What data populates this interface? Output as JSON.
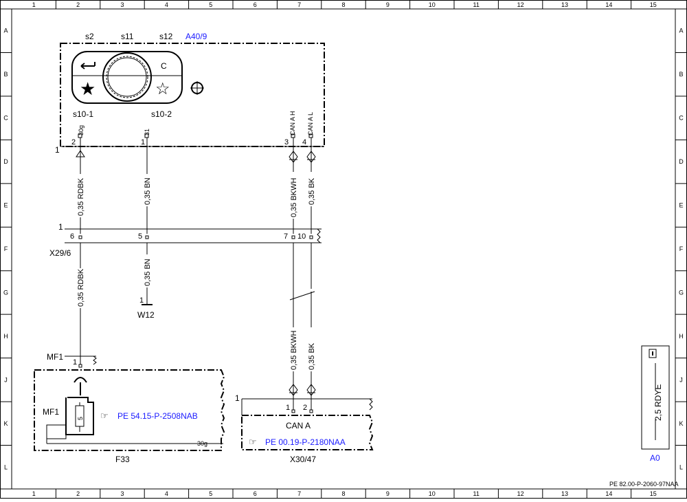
{
  "columns": [
    "1",
    "2",
    "3",
    "4",
    "5",
    "6",
    "7",
    "8",
    "9",
    "10",
    "11",
    "12",
    "13",
    "14",
    "15"
  ],
  "rows": [
    "A",
    "B",
    "C",
    "D",
    "E",
    "F",
    "G",
    "H",
    "J",
    "K",
    "L"
  ],
  "switch_unit": {
    "ref": "A40/9",
    "switch_labels": [
      "s2",
      "s11",
      "s12"
    ],
    "sub_labels": [
      "s10-1",
      "s10-2"
    ],
    "pin_functions": [
      "30g",
      "31",
      "CAN A H",
      "CAN A L"
    ],
    "pin_numbers": [
      "2",
      "1",
      "3",
      "4"
    ],
    "conn_marker": "1",
    "button_c": "C"
  },
  "x29": {
    "ref": "X29/6",
    "conn_marker": "1",
    "pin_numbers": [
      "6",
      "5",
      "7",
      "10"
    ]
  },
  "wires": {
    "w1_top": "0,35 RDBK",
    "w1_bottom": "0,35 RDBK",
    "w2_top": "0,35 BN",
    "w2_bottom": "0,35 BN",
    "w3_top": "0,35 BKWH",
    "w3_bottom": "0,35 BKWH",
    "w4_top": "0,35 BK",
    "w4_bottom": "0,35 BK"
  },
  "ground": {
    "ref": "W12",
    "pin": "1"
  },
  "fuse": {
    "ref": "F33",
    "mf_top": "MF1",
    "mf_side": "MF1",
    "pin": "1",
    "fuse_value": "5",
    "terminal": "30g",
    "link": "PE 54.15-P-2508NAB"
  },
  "can_connector": {
    "ref": "X30/47",
    "conn_marker": "1",
    "pins": [
      "1",
      "2"
    ],
    "label": "CAN A",
    "link": "PE 00.19-P-2180NAA"
  },
  "legend": {
    "wire": "2,5 RDYE",
    "ref": "A0"
  },
  "doc_number": "PE 82.00-P-2060-97NAA"
}
